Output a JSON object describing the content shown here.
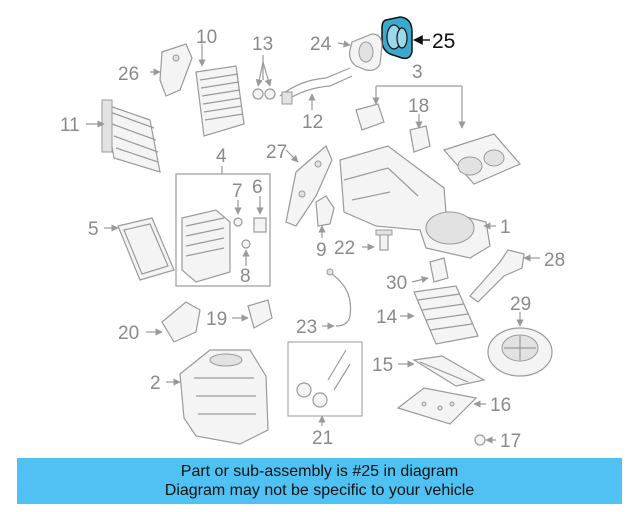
{
  "labels": {
    "l1": "1",
    "l2": "2",
    "l3": "3",
    "l4": "4",
    "l5": "5",
    "l6": "6",
    "l7": "7",
    "l8": "8",
    "l9": "9",
    "l10": "10",
    "l11": "11",
    "l12": "12",
    "l13": "13",
    "l14": "14",
    "l15": "15",
    "l16": "16",
    "l17": "17",
    "l18": "18",
    "l19": "19",
    "l20": "20",
    "l21": "21",
    "l22": "22",
    "l23": "23",
    "l24": "24",
    "l25": "25",
    "l26": "26",
    "l27": "27",
    "l28": "28",
    "l29": "29",
    "l30": "30"
  },
  "highlight": {
    "part_number": "25",
    "color": "#2a9bc0"
  },
  "banner": {
    "line1": "Part or sub-assembly is #25 in diagram",
    "line2": "Diagram may not be specific to your vehicle",
    "background": "#4fc1f2"
  }
}
